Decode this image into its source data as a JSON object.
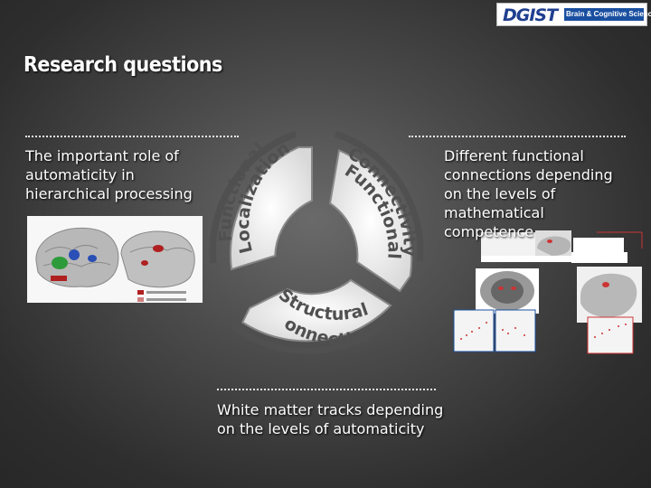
{
  "header": {
    "logo_text": "DGIST",
    "logo_subtitle": "Brain & Cognitive Sciences",
    "title": "Research questions"
  },
  "left_block": {
    "lines": [
      "The important role of",
      "automaticity in",
      "hierarchical processing"
    ]
  },
  "right_block": {
    "lines": [
      "Different functional",
      "connections depending",
      "on the levels of",
      "mathematical",
      "competence"
    ]
  },
  "bottom_block": {
    "lines": [
      "White matter tracks depending",
      "on the levels of automaticity"
    ]
  },
  "cycle": {
    "segments": [
      {
        "line1": "Functional",
        "line2": "Localization"
      },
      {
        "line1": "Functional",
        "line2": "Connectivity"
      },
      {
        "line1": "Structural",
        "line2": "Connectivity"
      }
    ]
  },
  "colors": {
    "background": "#3a3a3a",
    "segment_fill": "#ebebeb",
    "segment_text": "#505050",
    "logo_blue": "#1a4fa0"
  }
}
